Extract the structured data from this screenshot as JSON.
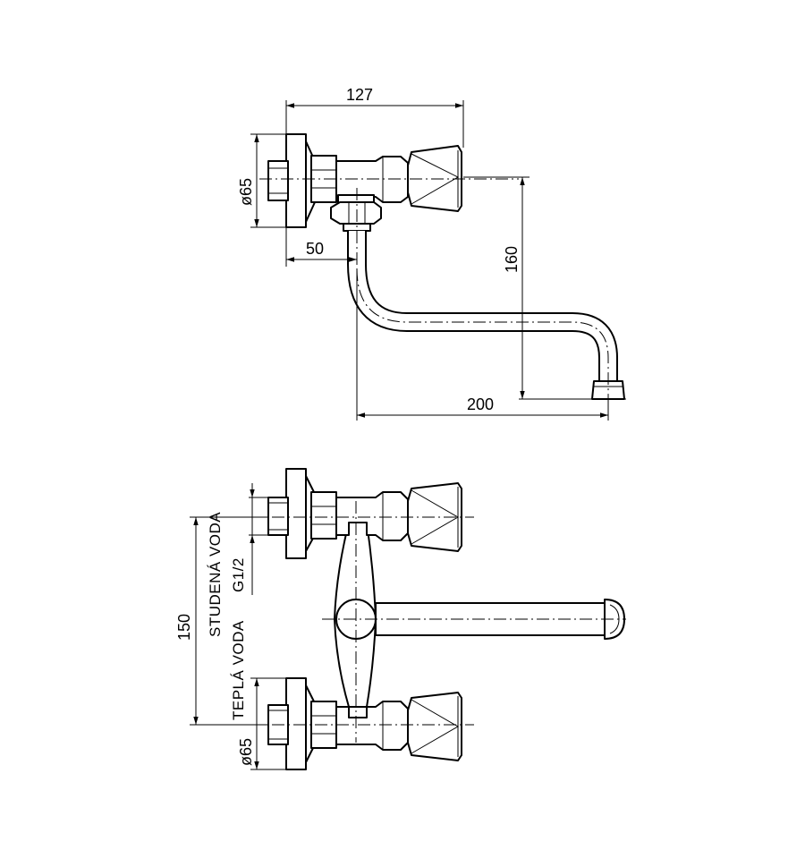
{
  "top_view": {
    "dim_width": "127",
    "dim_flange_diameter": "ø65",
    "dim_offset": "50",
    "dim_height": "160",
    "dim_reach": "200"
  },
  "front_view": {
    "dim_center_distance": "150",
    "dim_flange_diameter": "ø65",
    "label_cold_water": "STUDENÁ VODA",
    "label_thread": "G1/2",
    "label_hot_water": "TEPLÁ VODA"
  }
}
